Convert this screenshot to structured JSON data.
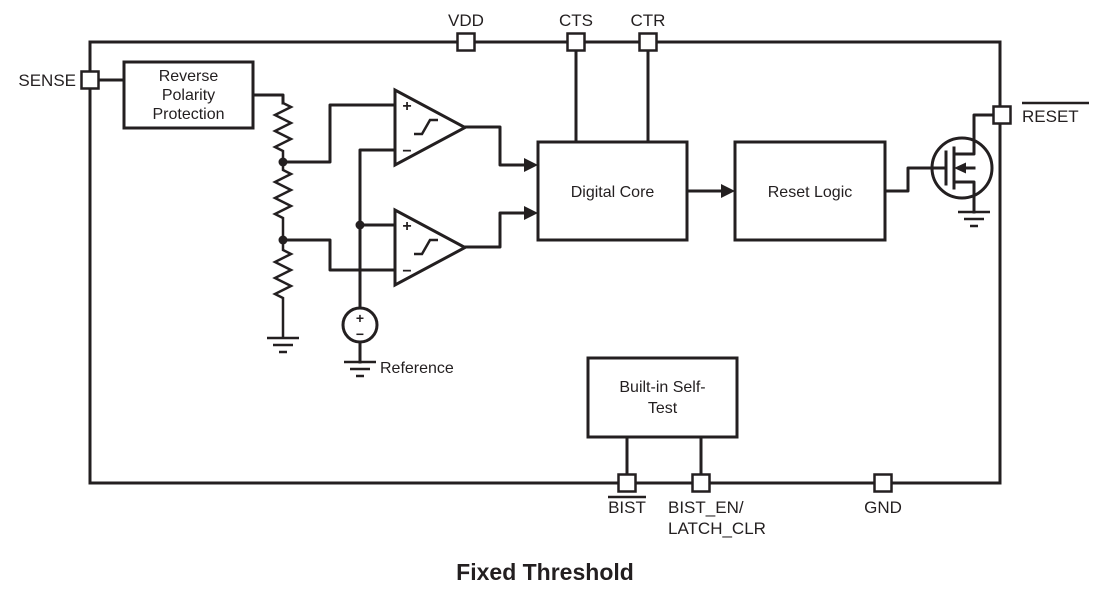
{
  "diagram": {
    "caption": "Fixed Threshold"
  },
  "pins": {
    "sense": {
      "label": "SENSE"
    },
    "vdd": {
      "label": "VDD"
    },
    "cts": {
      "label": "CTS"
    },
    "ctr": {
      "label": "CTR"
    },
    "reset": {
      "label": "RESET",
      "overline": true
    },
    "bist": {
      "label": "BIST",
      "overline": true
    },
    "bist_en": {
      "label_line1": "BIST_EN/",
      "label_line2": "LATCH_CLR"
    },
    "gnd": {
      "label": "GND"
    }
  },
  "blocks": {
    "reverse_polarity": {
      "line1": "Reverse",
      "line2": "Polarity",
      "line3": "Protection"
    },
    "digital_core": {
      "label": "Digital Core"
    },
    "reset_logic": {
      "label": "Reset Logic"
    },
    "built_in_self_test": {
      "line1": "Built-in Self-",
      "line2": "Test"
    },
    "reference": {
      "label": "Reference"
    }
  },
  "symbols": {
    "plus": "+",
    "minus": "−"
  },
  "colors": {
    "line": "#231f20",
    "background": "#ffffff"
  }
}
